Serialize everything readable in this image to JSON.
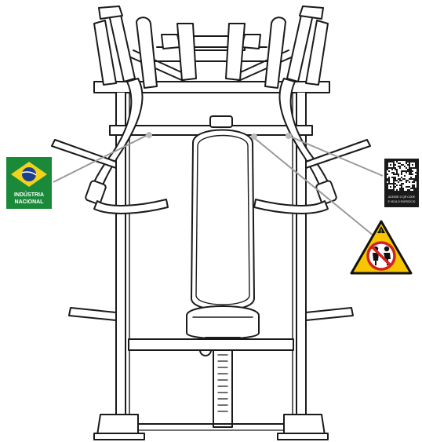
{
  "brazil_badge": {
    "line1": "INDÚSTRIA",
    "line2": "NACIONAL",
    "colors": {
      "green": "#1a8a3a",
      "yellow": "#f2d21b",
      "blue": "#1d3f8f",
      "white": "#ffffff"
    }
  },
  "qr_label": {
    "caption_line1": "ACESSE O QR CODE",
    "caption_line2": "E VEJA O EXERCÍCIO",
    "colors": {
      "background": "#1a1a1a",
      "module": "#ffffff"
    }
  },
  "warning_label": {
    "symbol": "!",
    "colors": {
      "fill": "#f7c600",
      "border": "#111111",
      "prohibition": "#d42020",
      "figure": "#111111"
    }
  },
  "machine": {
    "colors": {
      "outline": "#1a1a1a",
      "fill": "#ffffff",
      "leader_line": "#9a9a9a"
    }
  }
}
